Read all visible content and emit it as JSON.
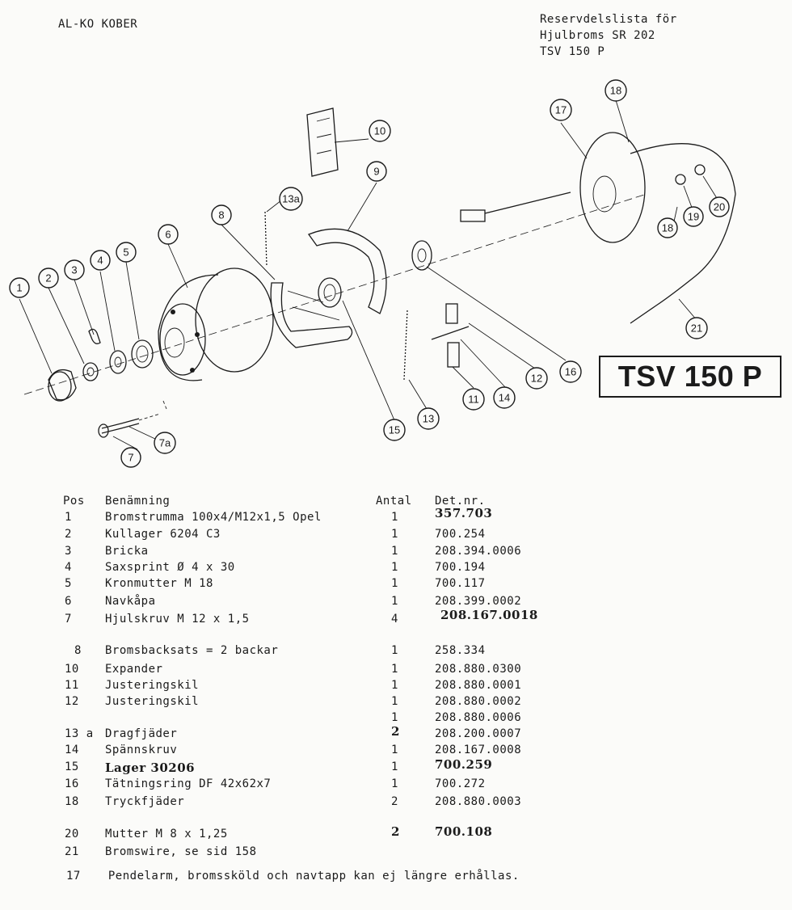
{
  "brand": "AL-KO KOBER",
  "title_lines": [
    "Reservdelslista för",
    "Hjulbroms SR 202",
    "TSV 150 P"
  ],
  "model_label": "TSV 150 P",
  "callouts": [
    "1",
    "2",
    "3",
    "4",
    "5",
    "6",
    "7",
    "7a",
    "8",
    "9",
    "10",
    "11",
    "12",
    "13",
    "13a",
    "14",
    "15",
    "16",
    "17",
    "18",
    "18",
    "19",
    "20",
    "21"
  ],
  "table": {
    "headers": {
      "pos": "Pos",
      "name": "Benämning",
      "qty": "Antal",
      "det": "Det.nr."
    },
    "rows": [
      {
        "pos": "1",
        "name": "Bromstrumma 100x4/M12x1,5 Opel",
        "qty": "1",
        "det": "357.703"
      },
      {
        "pos": "2",
        "name": "Kullager 6204 C3",
        "qty": "1",
        "det": "700.254"
      },
      {
        "pos": "3",
        "name": "Bricka",
        "qty": "1",
        "det": "208.394.0006"
      },
      {
        "pos": "4",
        "name": "Saxsprint Ø 4 x 30",
        "qty": "1",
        "det": "700.194"
      },
      {
        "pos": "5",
        "name": "Kronmutter M 18",
        "qty": "1",
        "det": "700.117"
      },
      {
        "pos": "6",
        "name": "Navkåpa",
        "qty": "1",
        "det": "208.399.0002"
      },
      {
        "pos": "7",
        "name": "Hjulskruv M 12 x 1,5",
        "qty": "4",
        "det": "208.167.0018"
      },
      {
        "pos": "8",
        "name": "Bromsbacksats = 2 backar",
        "qty": "1",
        "det": "258.334"
      },
      {
        "pos": "10",
        "name": "Expander",
        "qty": "1",
        "det": "208.880.0300"
      },
      {
        "pos": "11",
        "name": "Justeringskil",
        "qty": "1",
        "det": "208.880.0001"
      },
      {
        "pos": "12",
        "name": "Justeringskil",
        "qty": "1",
        "det": "208.880.0002"
      },
      {
        "pos": "",
        "name": "",
        "qty": "1",
        "det": "208.880.0006"
      },
      {
        "pos": "13 a",
        "name": "Dragfjäder",
        "qty": "2",
        "det": "208.200.0007"
      },
      {
        "pos": "14",
        "name": "Spännskruv",
        "qty": "1",
        "det": "208.167.0008"
      },
      {
        "pos": "15",
        "name": "Lager 30206",
        "qty": "1",
        "det": "700.259"
      },
      {
        "pos": "16",
        "name": "Tätningsring DF 42x62x7",
        "qty": "1",
        "det": "700.272"
      },
      {
        "pos": "18",
        "name": "Tryckfjäder",
        "qty": "2",
        "det": "208.880.0003"
      },
      {
        "pos": "20",
        "name": "Mutter M 8 x 1,25",
        "qty": "2",
        "det": "700.108"
      },
      {
        "pos": "21",
        "name": "Bromswire, se sid 158",
        "qty": "",
        "det": ""
      }
    ]
  },
  "note": {
    "pos": "17",
    "text": "Pendelarm, bromssköld och navtapp kan ej längre erhållas."
  }
}
